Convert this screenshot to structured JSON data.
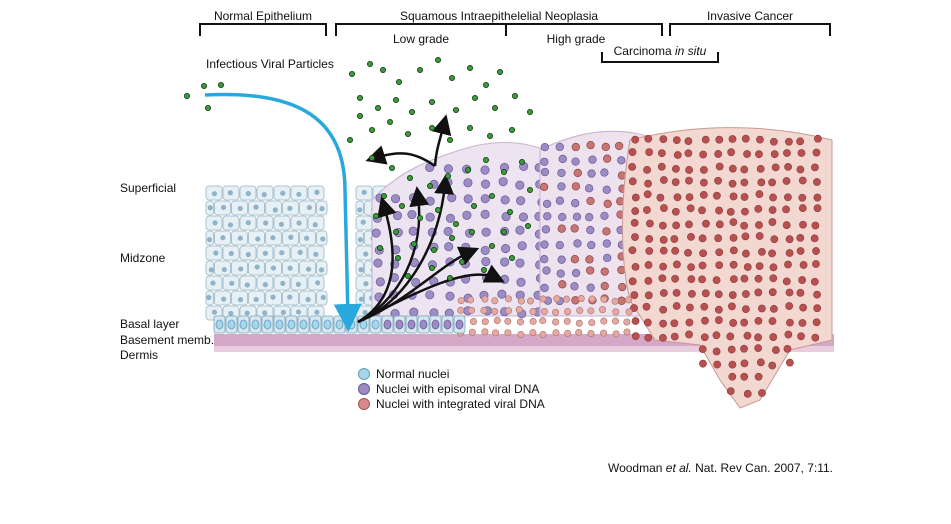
{
  "headers": {
    "normal": "Normal Epithelium",
    "sin": "Squamous Intraepithelelial Neoplasia",
    "invasive": "Invasive Cancer",
    "low_grade": "Low grade",
    "high_grade": "High grade",
    "cis_main": "Carcinoma",
    "cis_italic": "in situ"
  },
  "particles_label": "Infectious Viral Particles",
  "layers": {
    "superficial": "Superficial",
    "midzone": "Midzone",
    "basal": "Basal layer",
    "basement": "Basement memb.",
    "dermis": "Dermis"
  },
  "legend": [
    {
      "label": "Normal nuclei",
      "color": "#a9d4ea",
      "border": "#5d9fbf"
    },
    {
      "label": "Nuclei with episomal viral DNA",
      "color": "#9c8cc4",
      "border": "#6a5a9a"
    },
    {
      "label": "Nuclei with integrated viral DNA",
      "color": "#d88a8a",
      "border": "#a45656"
    }
  ],
  "citation": {
    "author": "Woodman",
    "etal": "et al.",
    "rest": "Nat. Rev Can. 2007, 7:11."
  },
  "colors": {
    "normal_cell": "#e6f0f5",
    "normal_nucleus": "#8fb3c8",
    "lowgrade_cell": "#ece4f0",
    "highgrade_cell": "#ede2ee",
    "cancer_cell": "#f3d8d2",
    "cancer_nucleus": "#b8504f",
    "membrane": "#d6a8c8",
    "viral_particle": "#3c9a3c",
    "blue_arrow": "#29a8dd"
  }
}
